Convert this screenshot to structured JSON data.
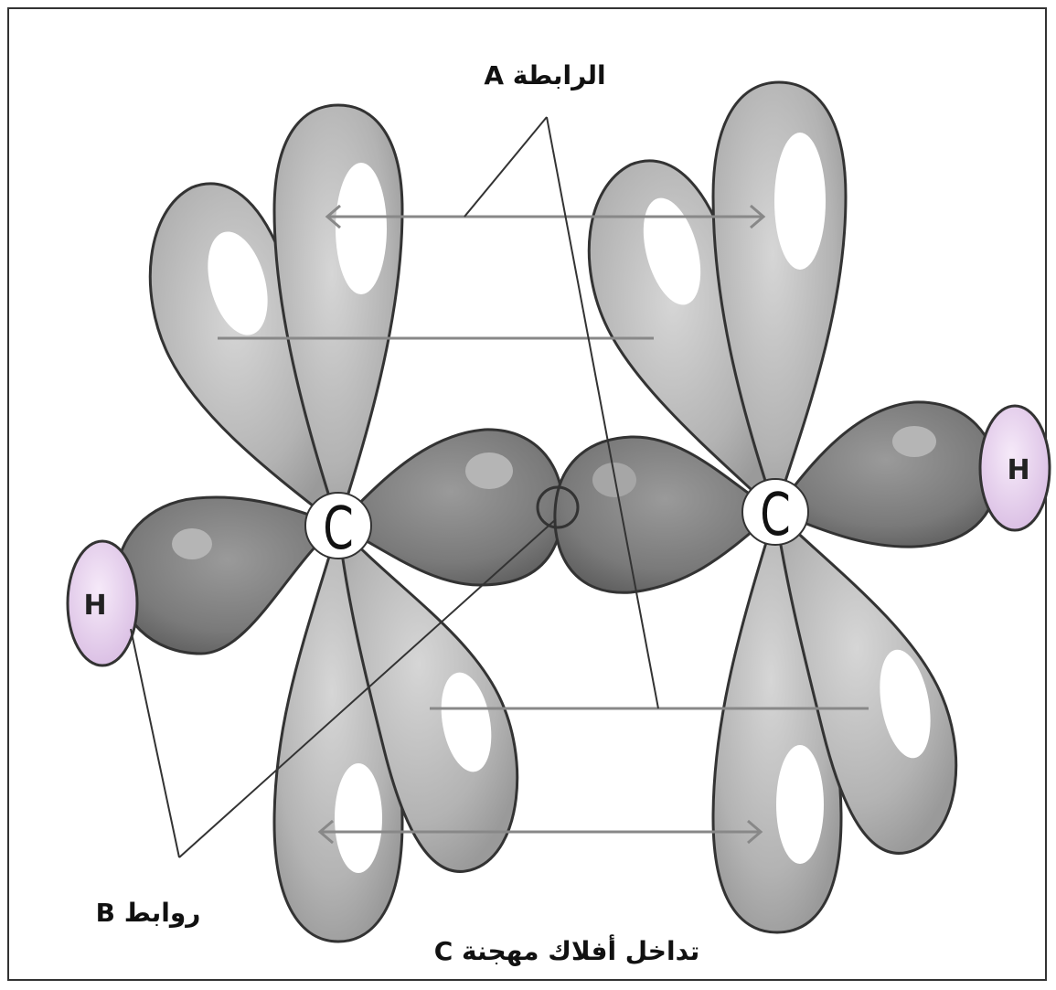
{
  "labels": {
    "bond_a": "الرابطة A",
    "bonds_b": "روابط B",
    "overlap_c": "تداخل أفلاك مهجنة C"
  },
  "atoms": {
    "carbon_left": "C",
    "carbon_right": "C",
    "hydrogen_left": "H",
    "hydrogen_right": "H"
  },
  "colors": {
    "p_lobe": "#b3b3b3",
    "sp2_lobe": "#7d7d7d",
    "hydrogen": "#e8d2ef",
    "hydrogen_text": "#3a2a55"
  }
}
